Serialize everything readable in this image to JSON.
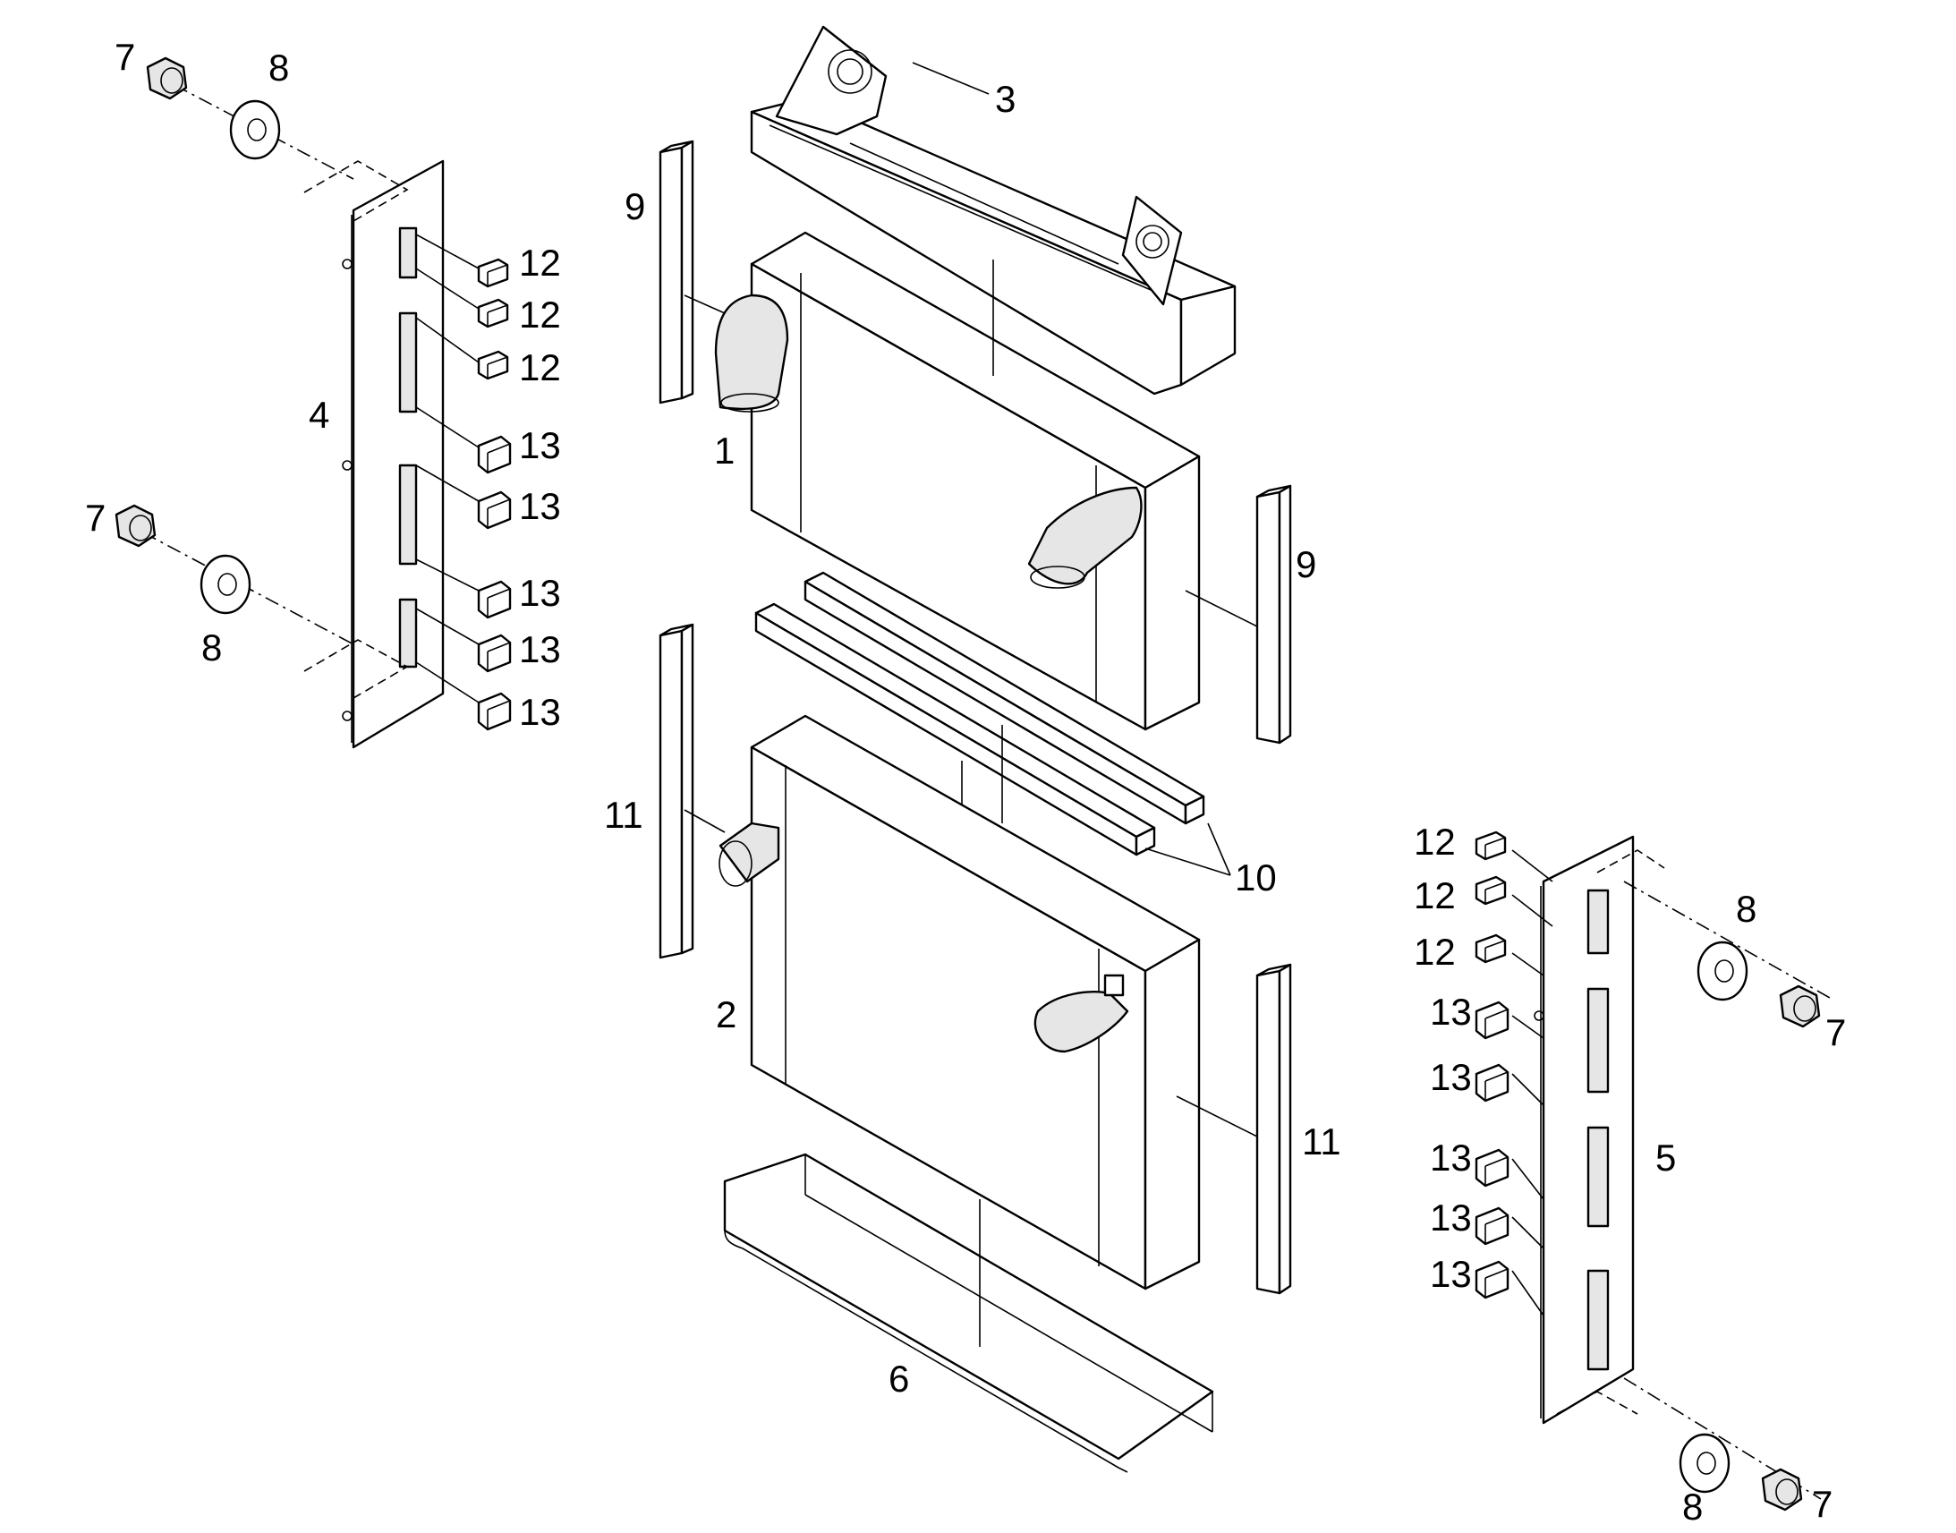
{
  "labels": {
    "part_1": "1",
    "part_2": "2",
    "part_3": "3",
    "part_4": "4",
    "part_5": "5",
    "part_6": "6",
    "part_7": "7",
    "part_8": "8",
    "part_9": "9",
    "part_10": "10",
    "part_11": "11",
    "part_12": "12",
    "part_13": "13"
  },
  "colors": {
    "line": "#000000",
    "background": "#ffffff",
    "shade": "#e6e6e6"
  }
}
